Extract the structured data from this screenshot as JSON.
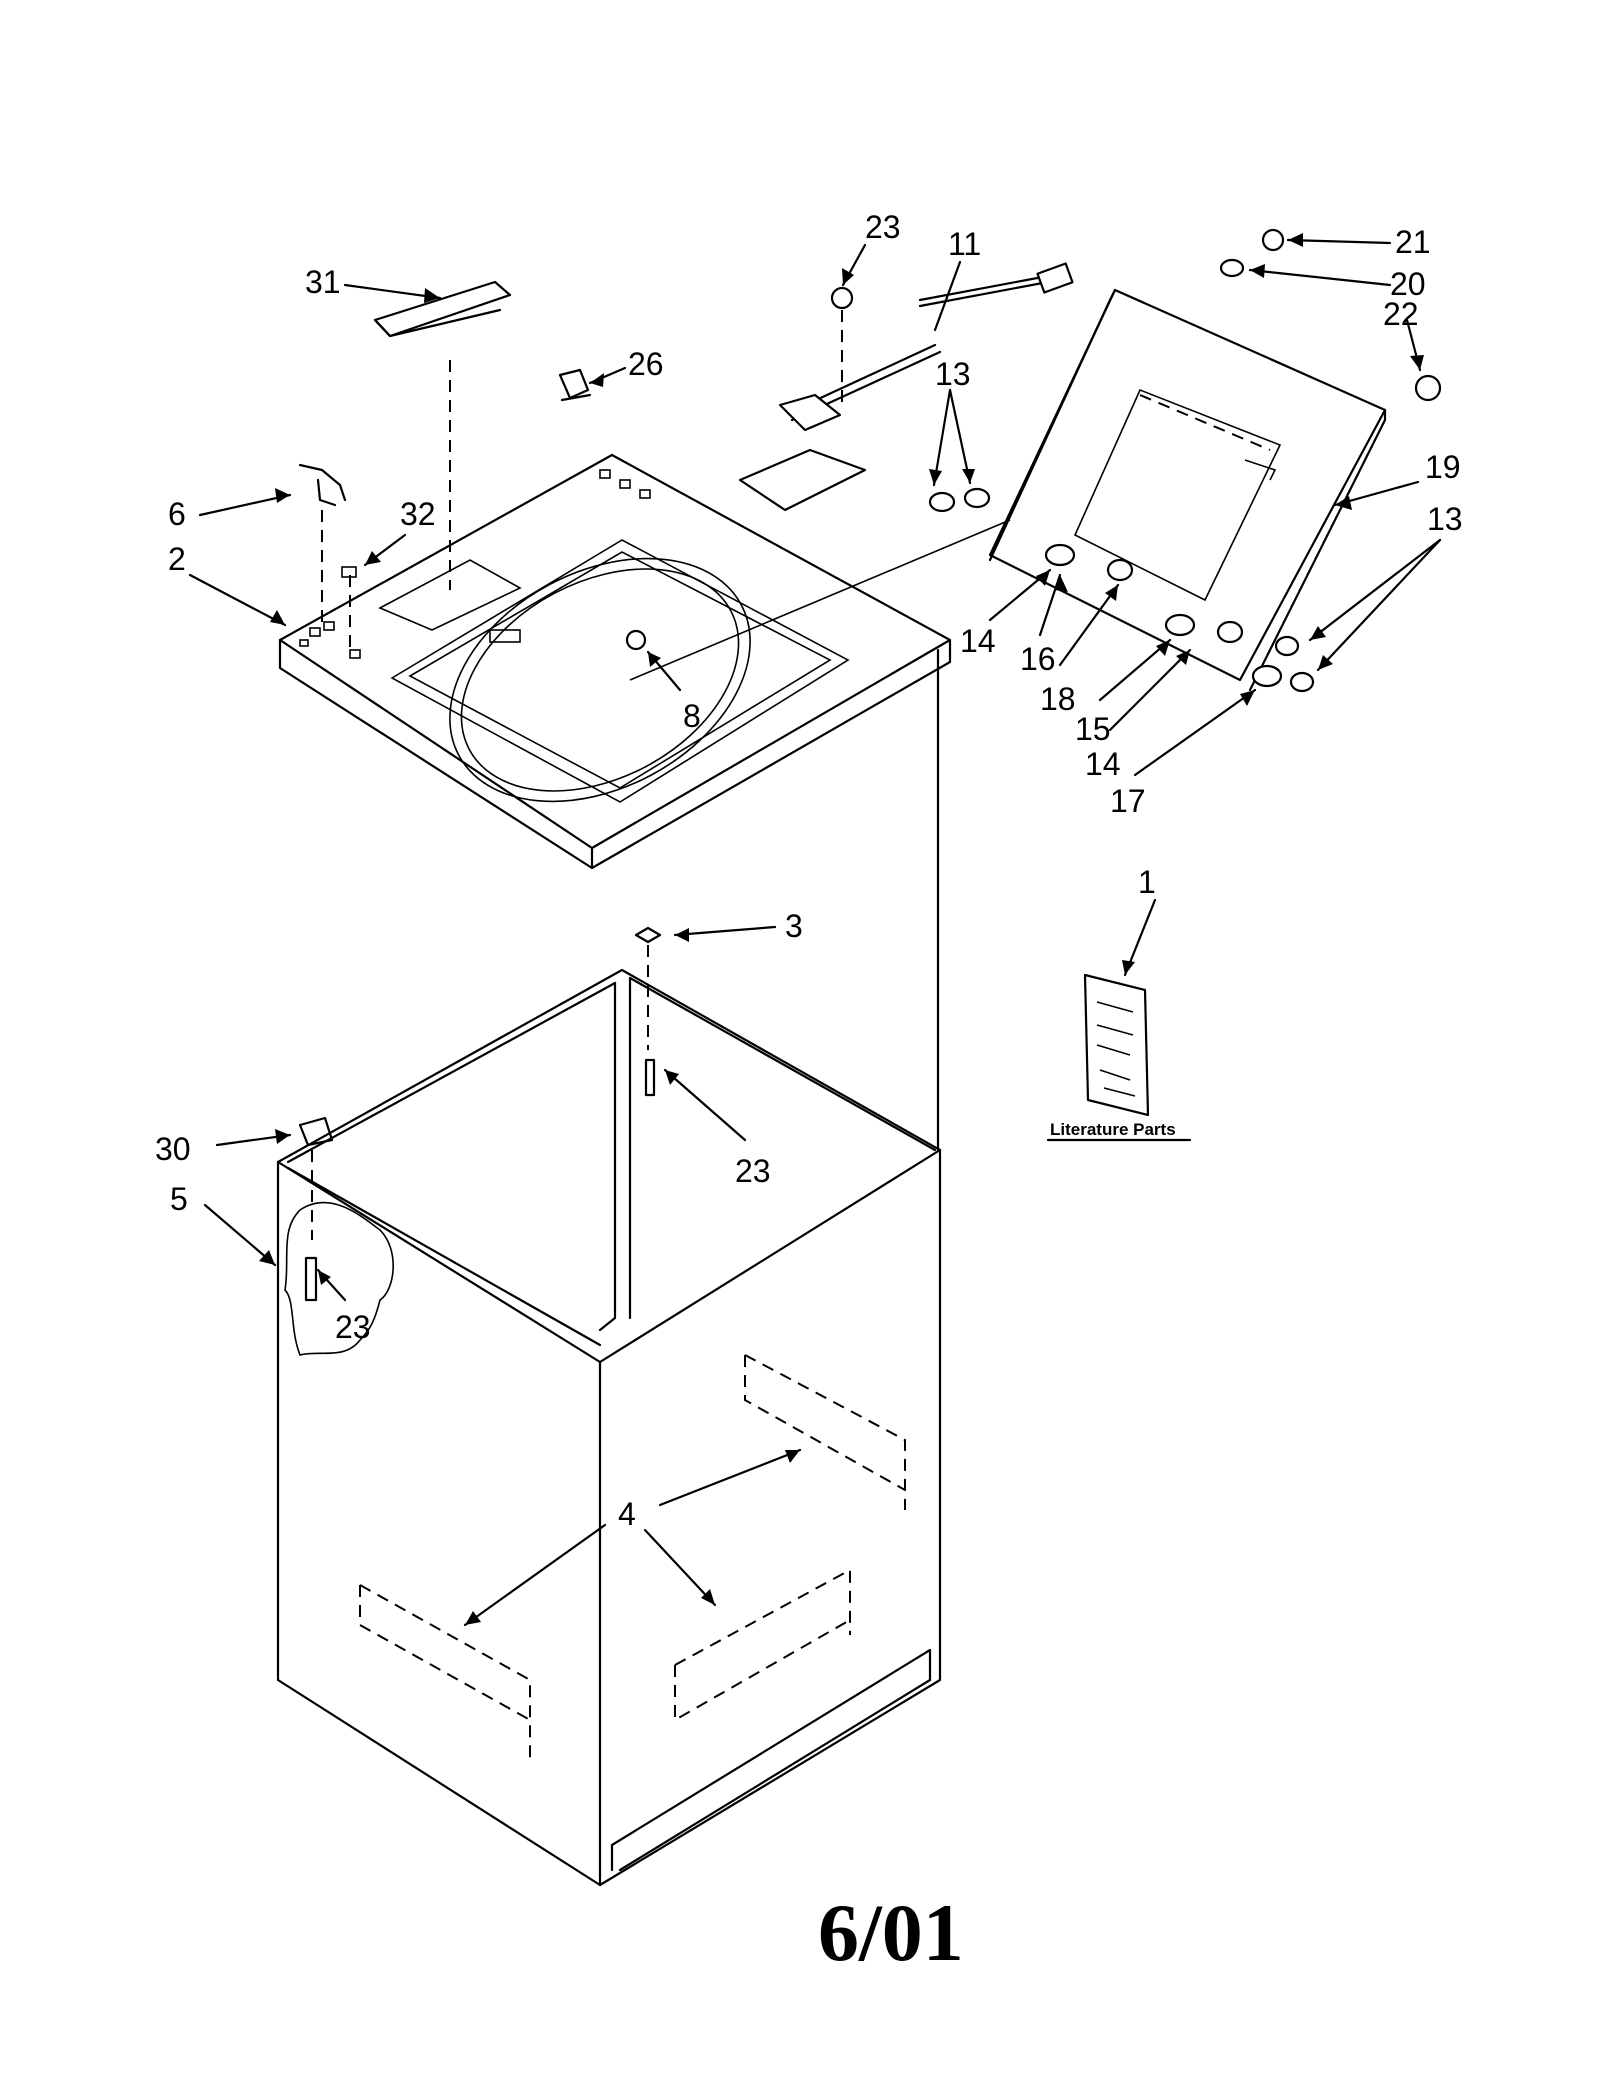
{
  "labels": {
    "p31": "31",
    "p26": "26",
    "p23_top": "23",
    "p11": "11",
    "p21": "21",
    "p20": "20",
    "p22": "22",
    "p13_top": "13",
    "p19": "19",
    "p13_right": "13",
    "p6": "6",
    "p32": "32",
    "p2": "2",
    "p8": "8",
    "p14_a": "14",
    "p16": "16",
    "p18": "18",
    "p15": "15",
    "p14_b": "14",
    "p17": "17",
    "p1": "1",
    "p3": "3",
    "p23_mid": "23",
    "p30": "30",
    "p5": "5",
    "p23_low": "23",
    "p4": "4"
  },
  "literature_caption": "Literature Parts",
  "date_code": "6/01"
}
